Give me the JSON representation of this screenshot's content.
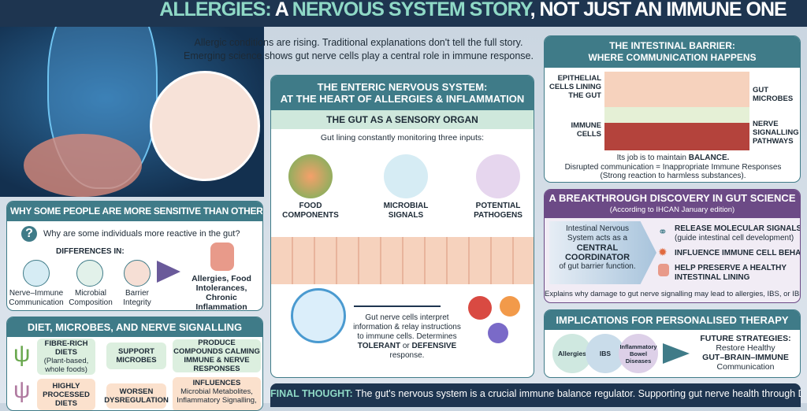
{
  "header": {
    "title_part1": "ALLERGIES:",
    "title_part2": " A ",
    "title_part3": "NERVOUS SYSTEM STORY",
    "title_part4": ", NOT JUST AN IMMUNE ONE"
  },
  "intro": {
    "line1": "Allergic conditions are rising. Traditional explanations don't tell the full story.",
    "line2": "Emerging science shows gut nerve cells play a central role in immune response."
  },
  "sensitive": {
    "title": "WHY SOME PEOPLE ARE MORE SENSITIVE THAN OTHERS",
    "question": "Why are some individuals more reactive in the gut?",
    "differences": "DIFFERENCES IN:",
    "factors": [
      "Nerve–Immune Communication",
      "Microbial Composition",
      "Barrier Integrity"
    ],
    "outcome": "Allergies, Food Intolerances, Chronic Inflammation"
  },
  "diet": {
    "title": "DIET, MICROBES, AND NERVE SIGNALLING",
    "rows": [
      {
        "diet": "FIBRE-RICH DIETS",
        "diet_note": "(Plant-based, whole foods)",
        "effect": "SUPPORT MICROBES",
        "result": "PRODUCE COMPOUNDS CALMING IMMUNE & NERVE RESPONSES"
      },
      {
        "diet": "HIGHLY PROCESSED DIETS",
        "diet_note": "",
        "effect": "WORSEN DYSREGULATION",
        "result_title": "INFLUENCES",
        "result": "Microbial Metabolites, Inflammatory Signalling,"
      }
    ]
  },
  "ens": {
    "title1": "THE ENTERIC NERVOUS SYSTEM:",
    "title2": "AT THE HEART OF ALLERGIES & INFLAMMATION",
    "subtitle": "THE GUT AS A SENSORY ORGAN",
    "intro": "Gut lining constantly monitoring three inputs:",
    "inputs": [
      "FOOD COMPONENTS",
      "MICROBIAL SIGNALS",
      "POTENTIAL PATHOGENS"
    ],
    "relay1": "Gut nerve cells interpret information & relay instructions to immune cells.",
    "relay2": "Determines ",
    "tolerant": "TOLERANT",
    "relay3": "or ",
    "defensive": "DEFENSIVE",
    "relay4": " response."
  },
  "barrier": {
    "title1": "THE INTESTINAL BARRIER:",
    "title2": "WHERE COMMUNICATION HAPPENS",
    "labels_left": [
      "EPITHELIAL CELLS LINING THE GUT",
      "IMMUNE CELLS"
    ],
    "labels_right": [
      "GUT MICROBES",
      "NERVE SIGNALLING PATHWAYS"
    ],
    "text1": "Its job is to maintain ",
    "balance": "BALANCE.",
    "text2": "Disrupted communication = Inappropriate Immune Responses",
    "text3": "(Strong reaction to harmless substances)."
  },
  "discovery": {
    "title": "A BREAKTHROUGH DISCOVERY IN GUT SCIENCE",
    "source": "(According to IHCAN January edition)",
    "left1": "Intestinal Nervous System acts as a",
    "left2": "CENTRAL COORDINATOR",
    "left3": "of gut barrier function.",
    "points": [
      {
        "title": "RELEASE MOLECULAR SIGNALS",
        "note": "(guide intestinal cell development)"
      },
      {
        "title": "INFLUENCE IMMUNE CELL BEHAVIOUR",
        "note": ""
      },
      {
        "title": "HELP PRESERVE A HEALTHY INTESTINAL LINING",
        "note": ""
      }
    ],
    "footer": "Explains why damage to gut nerve signalling may lead to allergies, IBS, or IBD."
  },
  "therapy": {
    "title": "IMPLICATIONS FOR PERSONALISED THERAPY",
    "conditions": [
      "Allergies",
      "IBS",
      "Inflammatory Bowel Diseases"
    ],
    "future_title": "FUTURE STRATEGIES:",
    "future1": "Restore Healthy",
    "future2": "GUT–BRAIN–IMMUNE",
    "future3": "Communication"
  },
  "final": {
    "label": "FINAL THOUGHT:",
    "text": " The gut's nervous system is a crucial immune balance regulator. Supporting gut nerve health through DIET,"
  },
  "colors": {
    "navy": "#1e3550",
    "teal": "#3f7b88",
    "purple": "#6c4a86",
    "mint": "#8fd9c6"
  }
}
